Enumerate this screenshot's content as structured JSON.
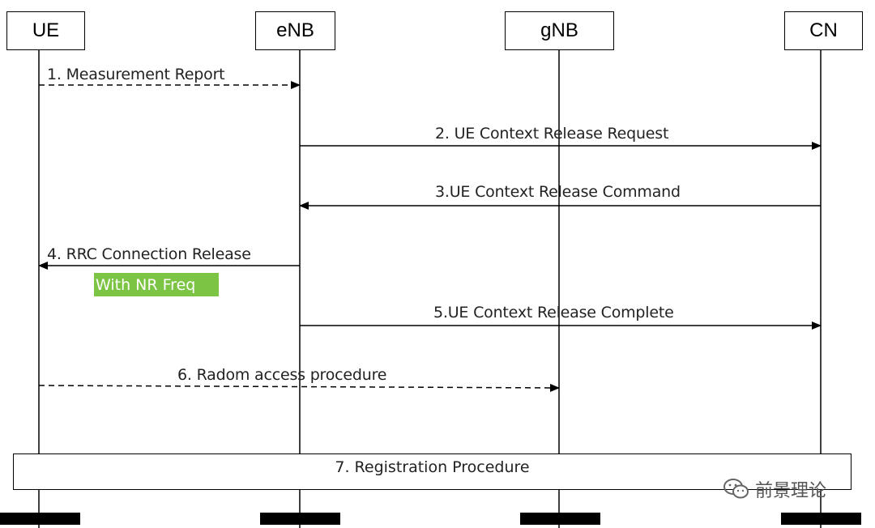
{
  "entities": [
    {
      "id": "ue",
      "label": "UE"
    },
    {
      "id": "enb",
      "label": "eNB"
    },
    {
      "id": "gnb",
      "label": "gNB"
    },
    {
      "id": "cn",
      "label": "CN"
    }
  ],
  "messages": [
    {
      "label": "1. Measurement Report",
      "from": "UE",
      "to": "eNB",
      "style": "dashed"
    },
    {
      "label": "2. UE Context Release Request",
      "from": "eNB",
      "to": "CN",
      "style": "solid"
    },
    {
      "label": "3.UE Context Release Command",
      "from": "CN",
      "to": "eNB",
      "style": "solid"
    },
    {
      "label": "4. RRC Connection Release",
      "from": "eNB",
      "to": "UE",
      "style": "solid",
      "note": "With NR Freq"
    },
    {
      "label": "5.UE Context Release Complete",
      "from": "eNB",
      "to": "CN",
      "style": "solid"
    },
    {
      "label": "6. Radom access procedure",
      "from": "UE",
      "to": "gNB",
      "style": "dashed"
    }
  ],
  "procedure": {
    "label": "7. Registration Procedure"
  },
  "highlight_color": "#7cc444",
  "watermark": {
    "text": "前景理论",
    "icon": "wechat-icon"
  }
}
